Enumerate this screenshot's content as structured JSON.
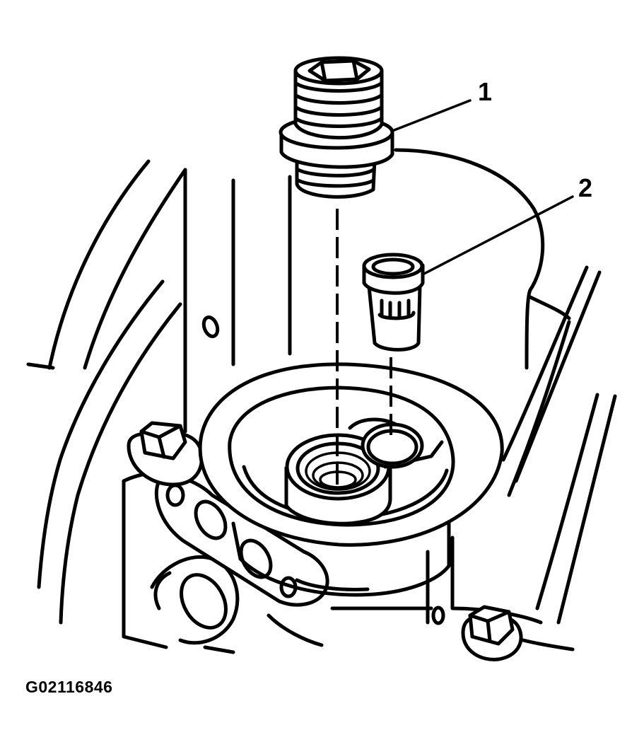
{
  "callouts": [
    {
      "number": "1"
    },
    {
      "number": "2"
    }
  ],
  "figure_id": "G02116846"
}
